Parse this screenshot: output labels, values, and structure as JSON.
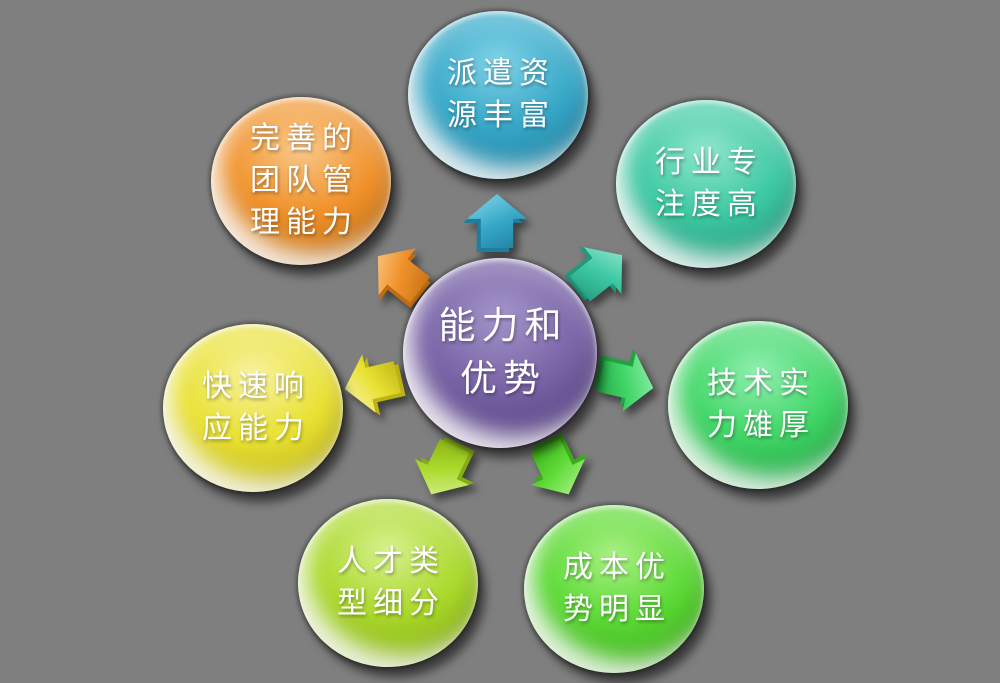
{
  "diagram": {
    "background_color": "#7f7f7f",
    "text_color": "#ffffff",
    "center": {
      "label": "能力和优势",
      "lines": [
        "能力和",
        "优势"
      ],
      "colors": {
        "light": "#a394c9",
        "main": "#7964a6",
        "dark": "#544080"
      }
    },
    "nodes": [
      {
        "label": "派遣资源丰富",
        "lines": [
          "派遣资",
          "源丰富"
        ],
        "position": "top",
        "colors": {
          "light": "#7ed2e6",
          "main": "#38a8c8",
          "dark": "#1e7e9e"
        }
      },
      {
        "label": "行业专注度高",
        "lines": [
          "行业专",
          "注度高"
        ],
        "position": "top-right",
        "colors": {
          "light": "#8fe5cc",
          "main": "#3ec9a3",
          "dark": "#23987b"
        }
      },
      {
        "label": "技术实力雄厚",
        "lines": [
          "技术实",
          "力雄厚"
        ],
        "position": "right",
        "colors": {
          "light": "#90efaf",
          "main": "#41d667",
          "dark": "#22a443"
        }
      },
      {
        "label": "成本优势明显",
        "lines": [
          "成本优",
          "势明显"
        ],
        "position": "bottom-right",
        "colors": {
          "light": "#a8f184",
          "main": "#5cd936",
          "dark": "#3aac17"
        }
      },
      {
        "label": "人才类型细分",
        "lines": [
          "人才类",
          "型细分"
        ],
        "position": "bottom-left",
        "colors": {
          "light": "#d6f08e",
          "main": "#abd92c",
          "dark": "#85ae12"
        }
      },
      {
        "label": "快速响应能力",
        "lines": [
          "快速响",
          "应能力"
        ],
        "position": "left",
        "colors": {
          "light": "#f7f2a0",
          "main": "#e9e133",
          "dark": "#bdb414"
        }
      },
      {
        "label": "完善的团队管理能力",
        "lines": [
          "完善的",
          "团队管",
          "理能力"
        ],
        "position": "top-left",
        "colors": {
          "light": "#f9c98a",
          "main": "#f0922c",
          "dark": "#c06e12"
        }
      }
    ]
  }
}
